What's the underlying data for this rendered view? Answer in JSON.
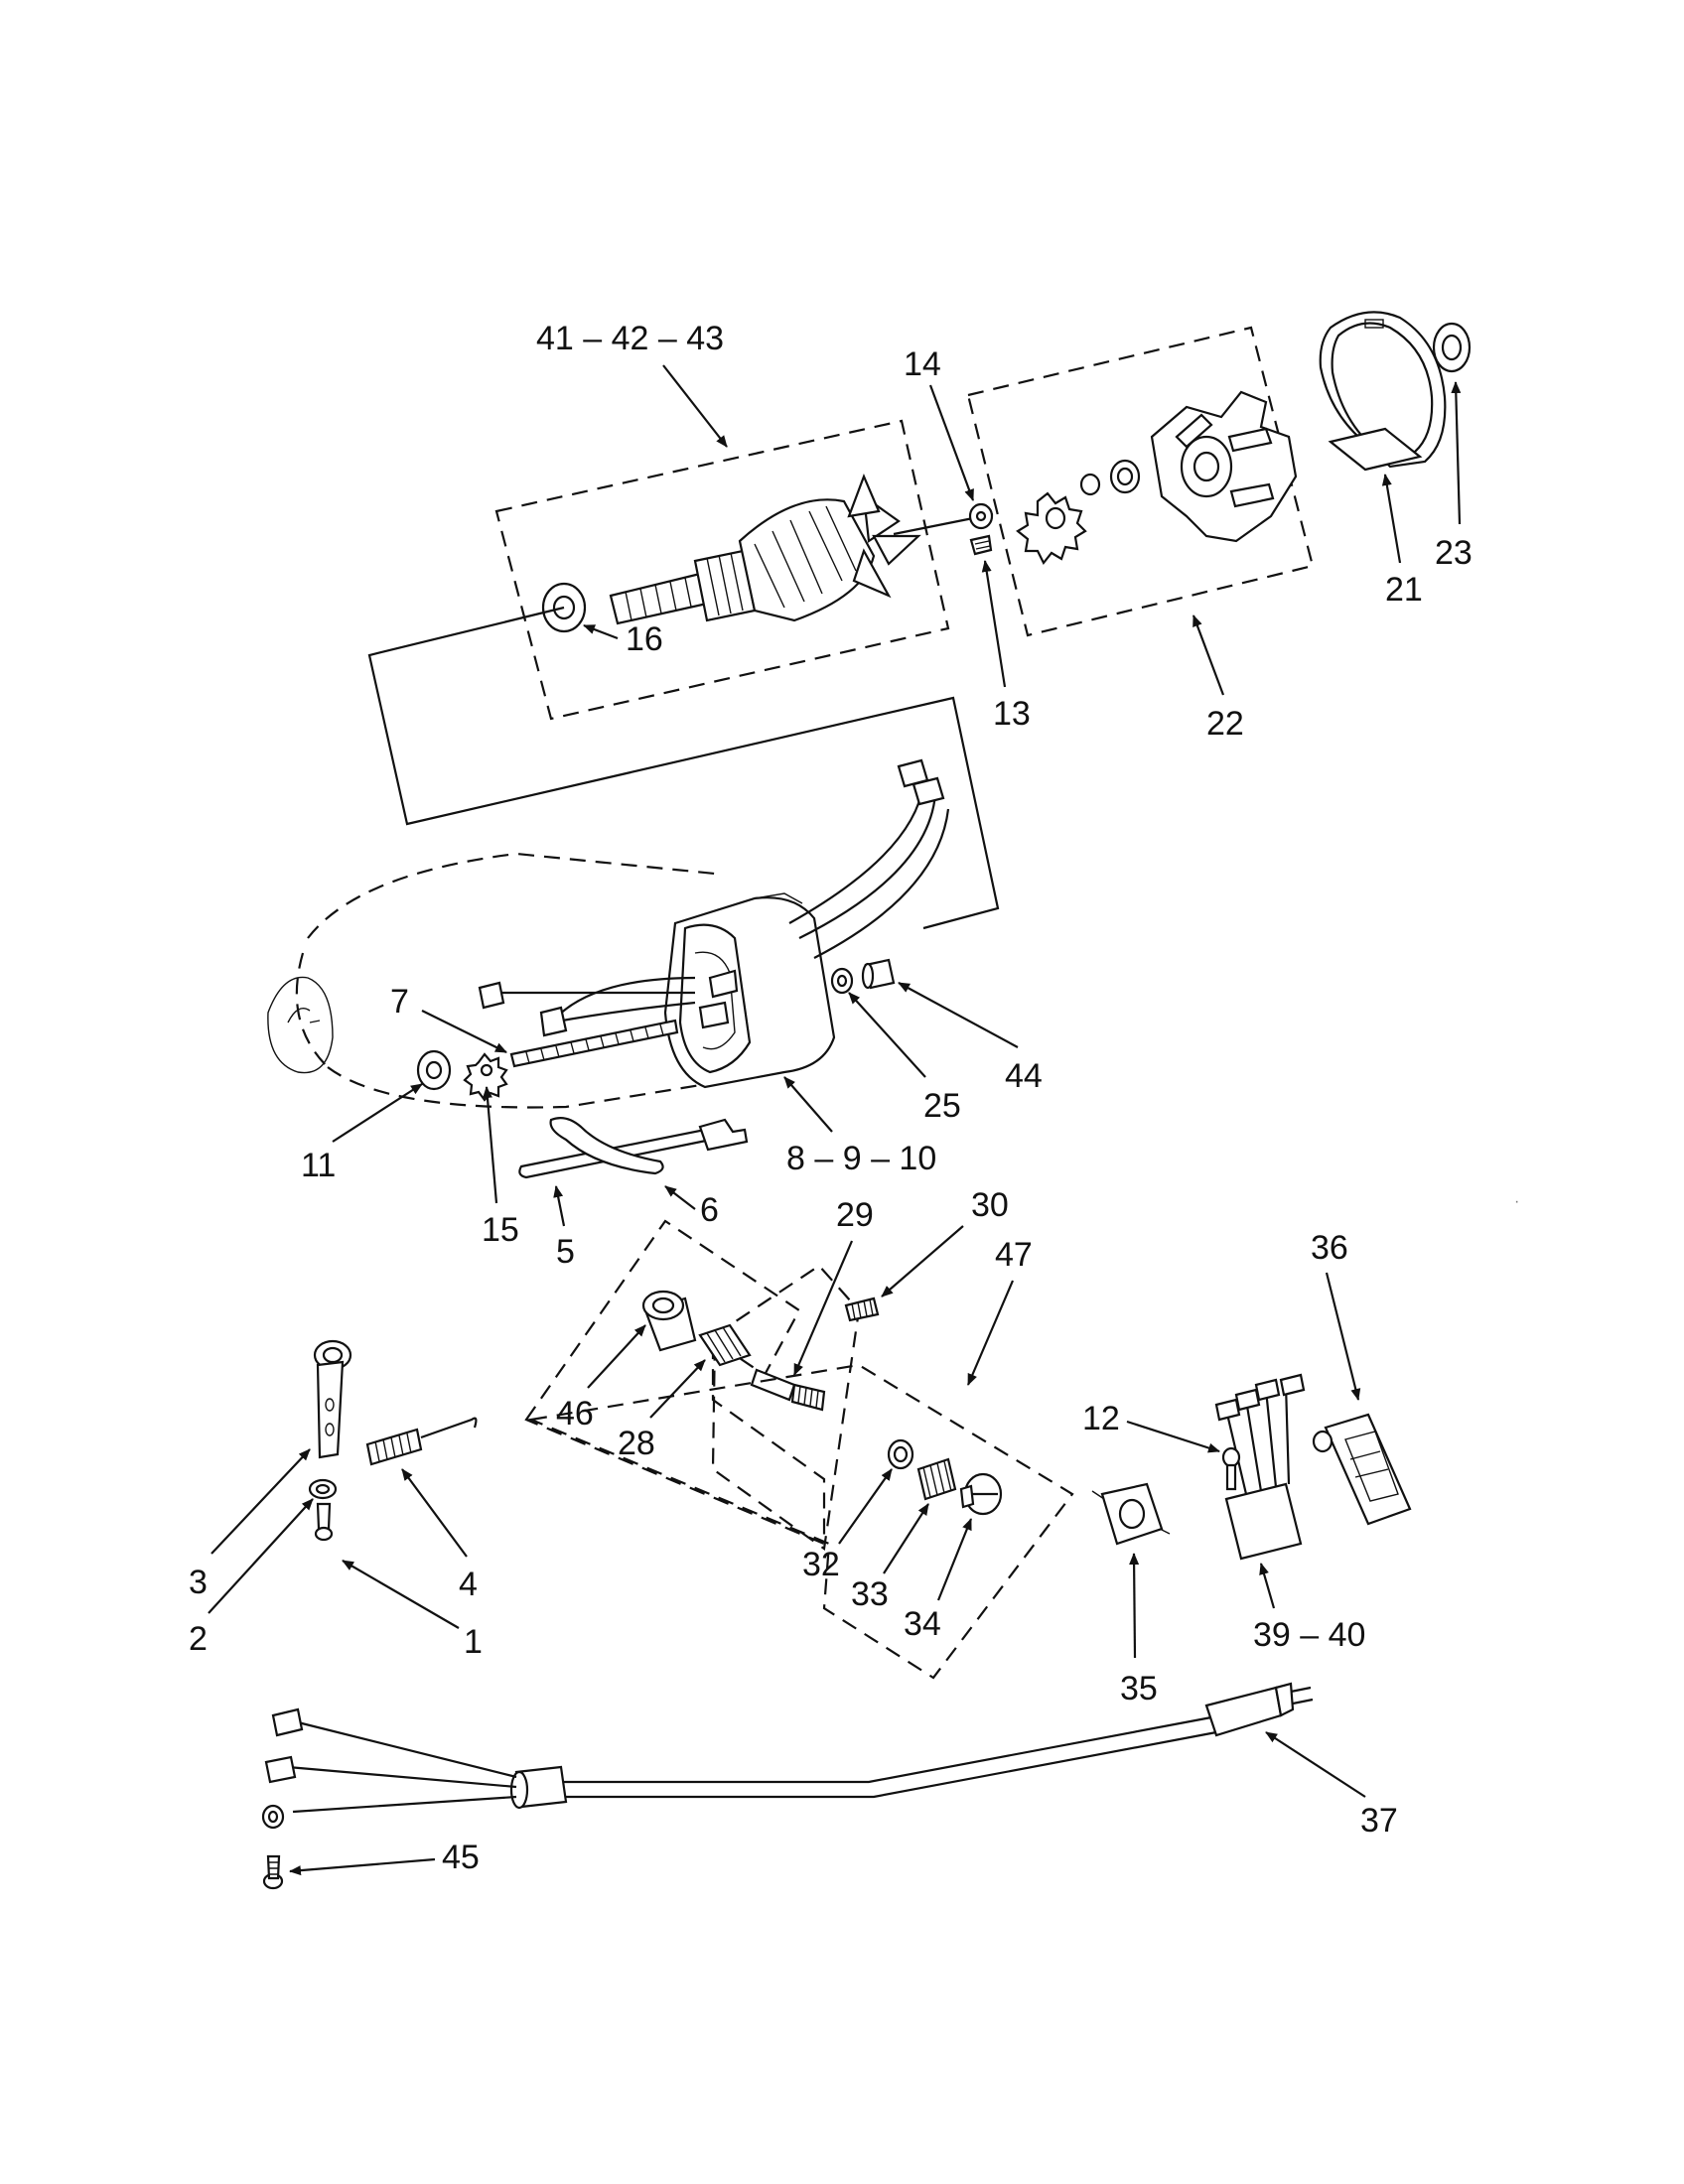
{
  "diagram": {
    "colors": {
      "ink": "#111111",
      "paper": "#ffffff"
    },
    "labels": {
      "l_41_42_43": "41 – 42 – 43",
      "l_14": "14",
      "l_16": "16",
      "l_13": "13",
      "l_22": "22",
      "l_21": "21",
      "l_23": "23",
      "l_7": "7",
      "l_11": "11",
      "l_15": "15",
      "l_25": "25",
      "l_44": "44",
      "l_8_9_10": "8 – 9 – 10",
      "l_5": "5",
      "l_6": "6",
      "l_29": "29",
      "l_30": "30",
      "l_47": "47",
      "l_36": "36",
      "l_46": "46",
      "l_28": "28",
      "l_12": "12",
      "l_3": "3",
      "l_4": "4",
      "l_2": "2",
      "l_1": "1",
      "l_32": "32",
      "l_33": "33",
      "l_34": "34",
      "l_35": "35",
      "l_39_40": "39 – 40",
      "l_37": "37",
      "l_45": "45"
    }
  }
}
